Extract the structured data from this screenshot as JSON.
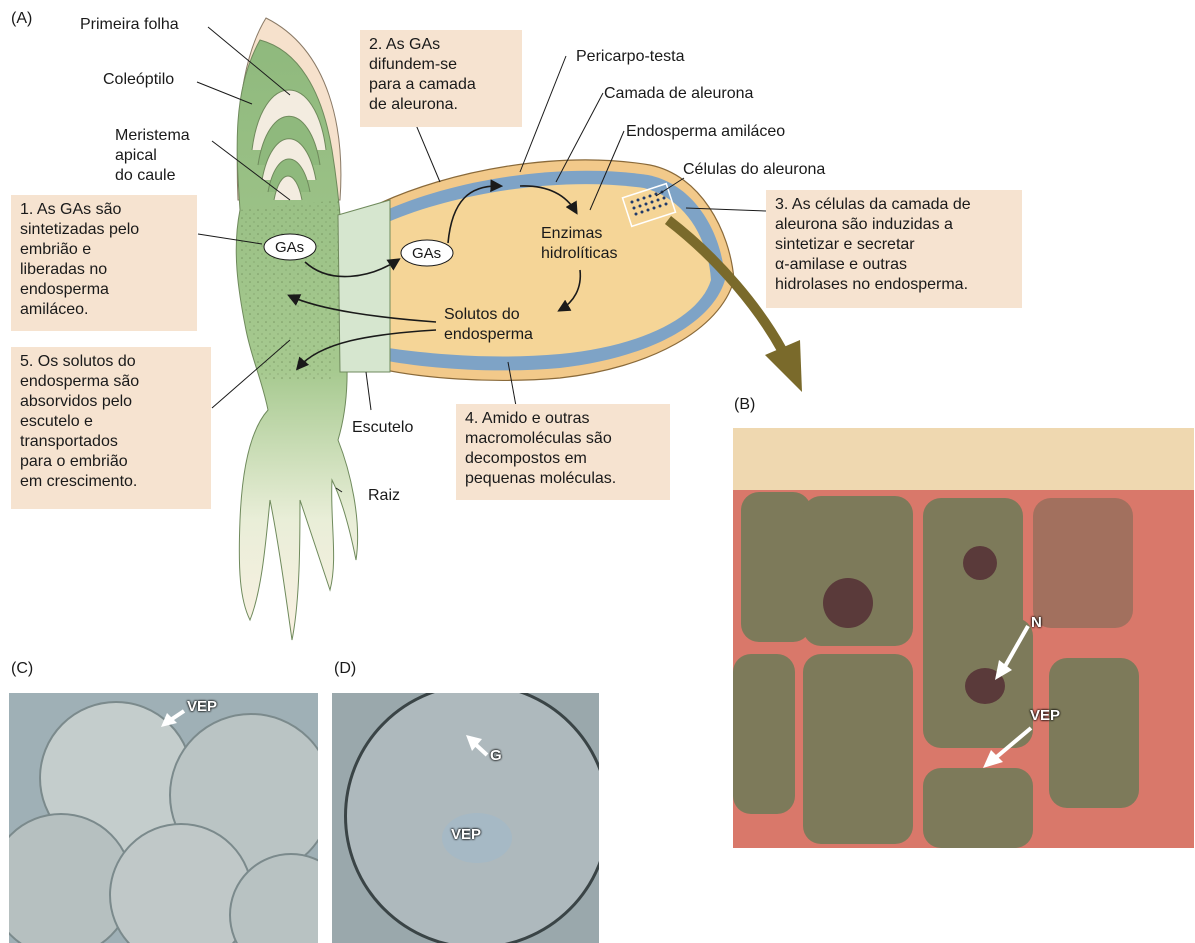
{
  "panels": {
    "a": "(A)",
    "b": "(B)",
    "c": "(C)",
    "d": "(D)"
  },
  "labels": {
    "primeira_folha": "Primeira folha",
    "coleoptilo": "Coleóptilo",
    "meristema": [
      "Meristema",
      "apical",
      "do caule"
    ],
    "pericarpo": "Pericarpo-testa",
    "camada_aleurona": "Camada de aleurona",
    "endosperma_amilaceo": "Endosperma amiláceo",
    "celulas_aleurona": "Células do aleurona",
    "escutelo": "Escutelo",
    "raiz": "Raiz",
    "gas_1": "GAs",
    "gas_2": "GAs",
    "enzimas": [
      "Enzimas",
      "hidrolíticas"
    ],
    "solutos": [
      "Solutos do",
      "endosperma"
    ]
  },
  "steps": {
    "s1": [
      "1. As GAs são",
      "sintetizadas pelo",
      "embrião e",
      "liberadas no",
      "endosperma",
      "amiláceo."
    ],
    "s2": [
      "2. As GAs",
      "difundem-se",
      "para a camada",
      "de aleurona."
    ],
    "s3": [
      "3. As células da camada de",
      "aleurona são induzidas a",
      "sintetizar e secretar",
      "α-amilase e outras",
      "hidrolases no endosperma."
    ],
    "s4": [
      "4. Amido e outras",
      "macromoléculas são",
      "decompostos em",
      "pequenas moléculas."
    ],
    "s5": [
      "5. Os solutos do",
      "endosperma são",
      "absorvidos pelo",
      "escutelo e",
      "transportados",
      "para o embrião",
      "em crescimento."
    ]
  },
  "photo_labels": {
    "n": "N",
    "vep_b": "VEP",
    "vep_c": "VEP",
    "vep_d": "VEP",
    "g": "G"
  },
  "colors": {
    "embryo": "#9cc08a",
    "endosperm": "#f5d597",
    "aleurone": "#7ea3c6",
    "box_bg": "#f6e3d0",
    "arrow_big": "#7a6a2b",
    "photo_b_bg": "#d9786a"
  }
}
